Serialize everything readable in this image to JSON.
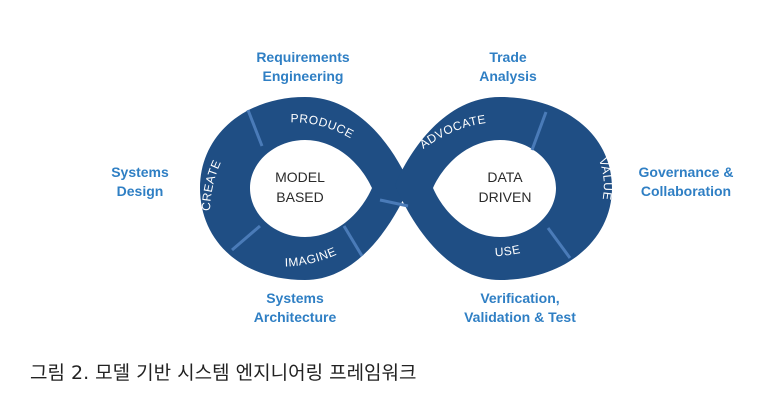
{
  "labels": {
    "requirements": [
      "Requirements",
      "Engineering"
    ],
    "trade": [
      "Trade",
      "Analysis"
    ],
    "systems_design": [
      "Systems",
      "Design"
    ],
    "governance": [
      "Governance &",
      "Collaboration"
    ],
    "systems_architecture": [
      "Systems",
      "Architecture"
    ],
    "verification": [
      "Verification,",
      "Validation & Test"
    ]
  },
  "loop": {
    "left_words": [
      "PRODUCE",
      "CREATE",
      "IMAGINE"
    ],
    "right_words": [
      "ADVOCATE",
      "VALUE",
      "USE"
    ],
    "left_center": [
      "MODEL",
      "BASED"
    ],
    "right_center": [
      "DATA",
      "DRIVEN"
    ]
  },
  "caption": "그림 2. 모델 기반 시스템 엔지니어링 프레임워크",
  "colors": {
    "loop": "#1f4e84",
    "label": "#2f7fc4",
    "divider": "#4a7bb8"
  }
}
